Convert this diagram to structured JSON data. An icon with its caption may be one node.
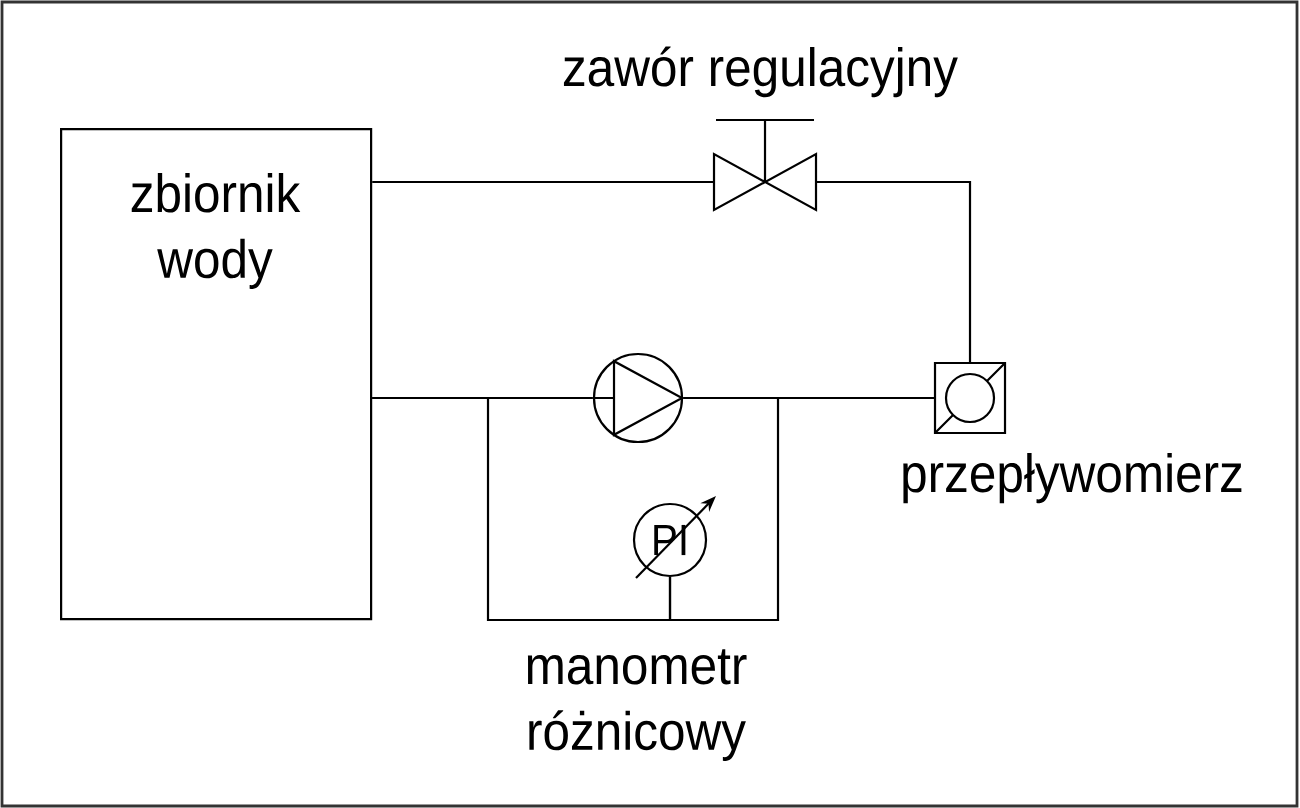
{
  "diagram": {
    "nodes": [
      {
        "text": [
          "zbiornik wody"
        ]
      },
      {
        "text": [
          "zawór regulacyjny"
        ]
      },
      {
        "text": [],
        "shape": "circle"
      },
      {
        "text": [
          "przepływomierz"
        ]
      },
      {
        "text": [
          "PI"
        ],
        "beside": [
          "manometr różnicowy"
        ]
      }
    ],
    "edges": [
      {
        "from": 0,
        "to": 1,
        "arrow": "none"
      },
      {
        "from": 1,
        "to": 3,
        "arrow": "none"
      },
      {
        "from": 0,
        "to": 2,
        "arrow": "none"
      },
      {
        "from": 2,
        "to": 3,
        "arrow": "none"
      },
      {
        "from": 0,
        "to": 4,
        "arrow": "none"
      },
      {
        "from": 4,
        "to": 3,
        "arrow": "none"
      }
    ]
  }
}
